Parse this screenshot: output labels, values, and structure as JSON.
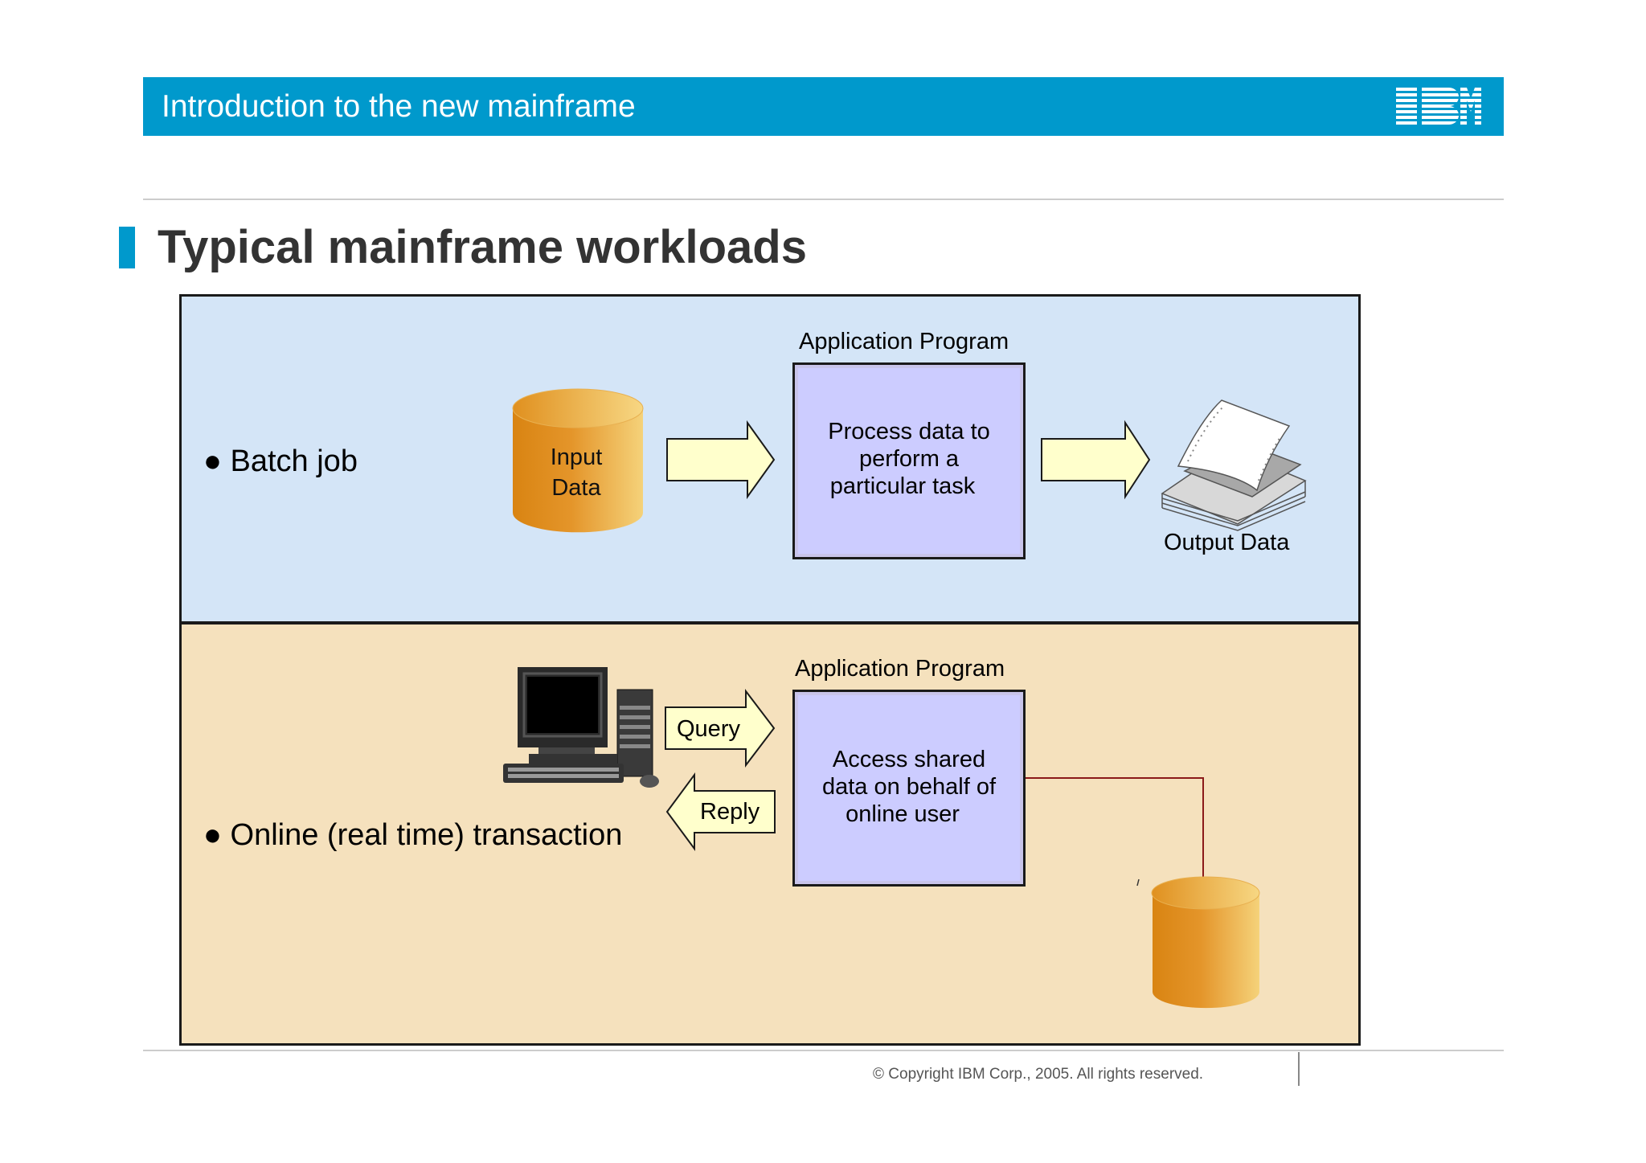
{
  "header": {
    "title": "Introduction to the new mainframe",
    "logo": "IBM",
    "color": "#0099cc"
  },
  "slide": {
    "title": "Typical mainframe workloads"
  },
  "batch": {
    "bullet": "Batch job",
    "input_label_line1": "Input",
    "input_label_line2": "Data",
    "program_label": "Application Program",
    "process_line1": "Process data to",
    "process_line2": "perform a",
    "process_line3": "particular task",
    "output_label": "Output Data"
  },
  "online": {
    "bullet": "Online (real time) transaction",
    "program_label": "Application Program",
    "query_label": "Query",
    "reply_label": "Reply",
    "process_line1": "Access shared",
    "process_line2": "data on behalf of",
    "process_line3": "online user"
  },
  "footer": {
    "copyright": "© Copyright IBM Corp., 2005. All rights reserved."
  },
  "colors": {
    "batch_panel": "#d4e5f7",
    "online_panel": "#f5e1bd",
    "process_box": "#ccccff",
    "arrow_fill": "#ffffcc",
    "cylinder": "#e89a2e"
  }
}
